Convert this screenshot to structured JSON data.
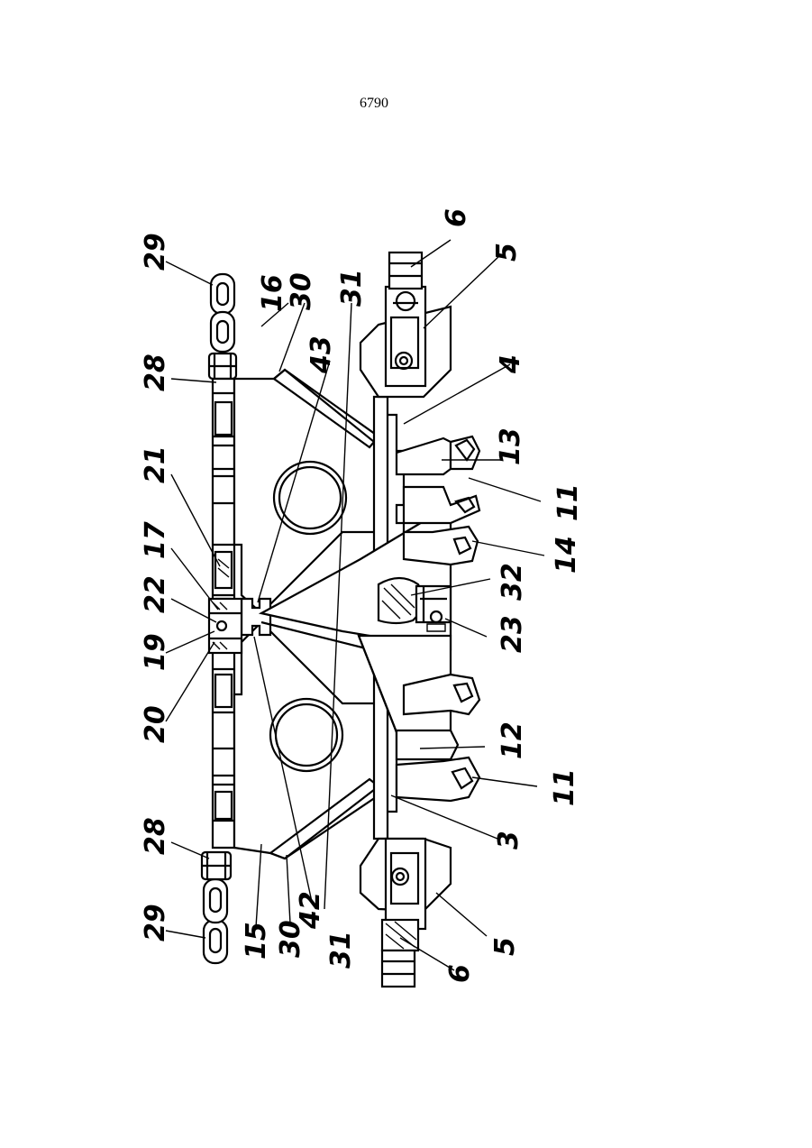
{
  "page": {
    "number": "6790"
  },
  "figure": {
    "labels": [
      {
        "id": "29a",
        "text": "29"
      },
      {
        "id": "28a",
        "text": "28"
      },
      {
        "id": "21",
        "text": "21"
      },
      {
        "id": "17",
        "text": "17"
      },
      {
        "id": "22",
        "text": "22"
      },
      {
        "id": "19",
        "text": "19"
      },
      {
        "id": "20",
        "text": "20"
      },
      {
        "id": "28b",
        "text": "28"
      },
      {
        "id": "29b",
        "text": "29"
      },
      {
        "id": "16",
        "text": "16"
      },
      {
        "id": "30a",
        "text": "30"
      },
      {
        "id": "31a",
        "text": "31"
      },
      {
        "id": "43",
        "text": "43"
      },
      {
        "id": "42",
        "text": "42"
      },
      {
        "id": "15",
        "text": "15"
      },
      {
        "id": "30b",
        "text": "30"
      },
      {
        "id": "31b",
        "text": "31"
      },
      {
        "id": "6a",
        "text": "6"
      },
      {
        "id": "5a",
        "text": "5"
      },
      {
        "id": "4",
        "text": "4"
      },
      {
        "id": "13",
        "text": "13"
      },
      {
        "id": "11a",
        "text": "11"
      },
      {
        "id": "14",
        "text": "14"
      },
      {
        "id": "32",
        "text": "32"
      },
      {
        "id": "23",
        "text": "23"
      },
      {
        "id": "12",
        "text": "12"
      },
      {
        "id": "11b",
        "text": "11"
      },
      {
        "id": "3",
        "text": "3"
      },
      {
        "id": "5b",
        "text": "5"
      },
      {
        "id": "6b",
        "text": "6"
      }
    ]
  }
}
